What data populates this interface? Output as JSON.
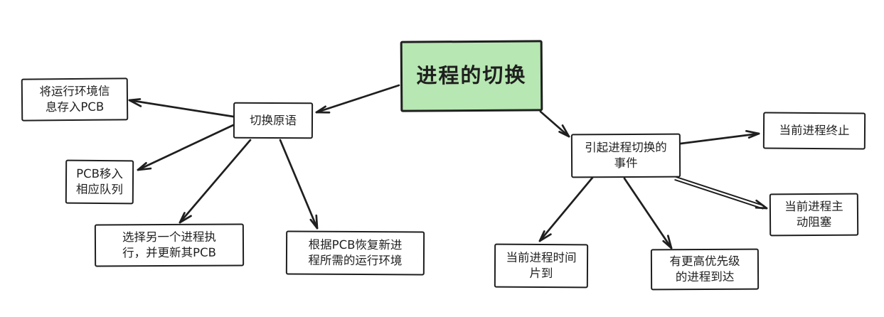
{
  "diagram": {
    "title": "进程的切换",
    "nodes": {
      "root": {
        "label": "进程的切换"
      },
      "primitive": {
        "label": "切换原语"
      },
      "save_env": {
        "label": "将运行环境信\n息存入PCB"
      },
      "move_pcb": {
        "label": "PCB移入\n相应队列"
      },
      "select_process": {
        "label": "选择另一个进程执\n行，并更新其PCB"
      },
      "restore_env": {
        "label": "根据PCB恢复新进\n程所需的运行环境"
      },
      "events": {
        "label": "引起进程切换的\n事件"
      },
      "terminate": {
        "label": "当前进程终止"
      },
      "block": {
        "label": "当前进程主\n动阻塞"
      },
      "timeslice": {
        "label": "当前进程时间\n片到"
      },
      "priority": {
        "label": "有更高优先级\n的进程到达"
      }
    },
    "edges": [
      {
        "id": "root-primitive",
        "from": "root",
        "to": "primitive",
        "style": "single"
      },
      {
        "id": "root-events",
        "from": "root",
        "to": "events",
        "style": "single"
      },
      {
        "id": "primitive-save_env",
        "from": "primitive",
        "to": "save_env",
        "style": "single"
      },
      {
        "id": "primitive-move_pcb",
        "from": "primitive",
        "to": "move_pcb",
        "style": "single"
      },
      {
        "id": "primitive-select_process",
        "from": "primitive",
        "to": "select_process",
        "style": "single"
      },
      {
        "id": "primitive-restore_env",
        "from": "primitive",
        "to": "restore_env",
        "style": "single"
      },
      {
        "id": "events-terminate",
        "from": "events",
        "to": "terminate",
        "style": "single"
      },
      {
        "id": "events-block",
        "from": "events",
        "to": "block",
        "style": "double"
      },
      {
        "id": "events-timeslice",
        "from": "events",
        "to": "timeslice",
        "style": "single"
      },
      {
        "id": "events-priority",
        "from": "events",
        "to": "priority",
        "style": "single"
      }
    ]
  },
  "colors": {
    "root_fill": "#b7e7b2",
    "ink": "#1f1f1f",
    "background": "#ffffff"
  }
}
